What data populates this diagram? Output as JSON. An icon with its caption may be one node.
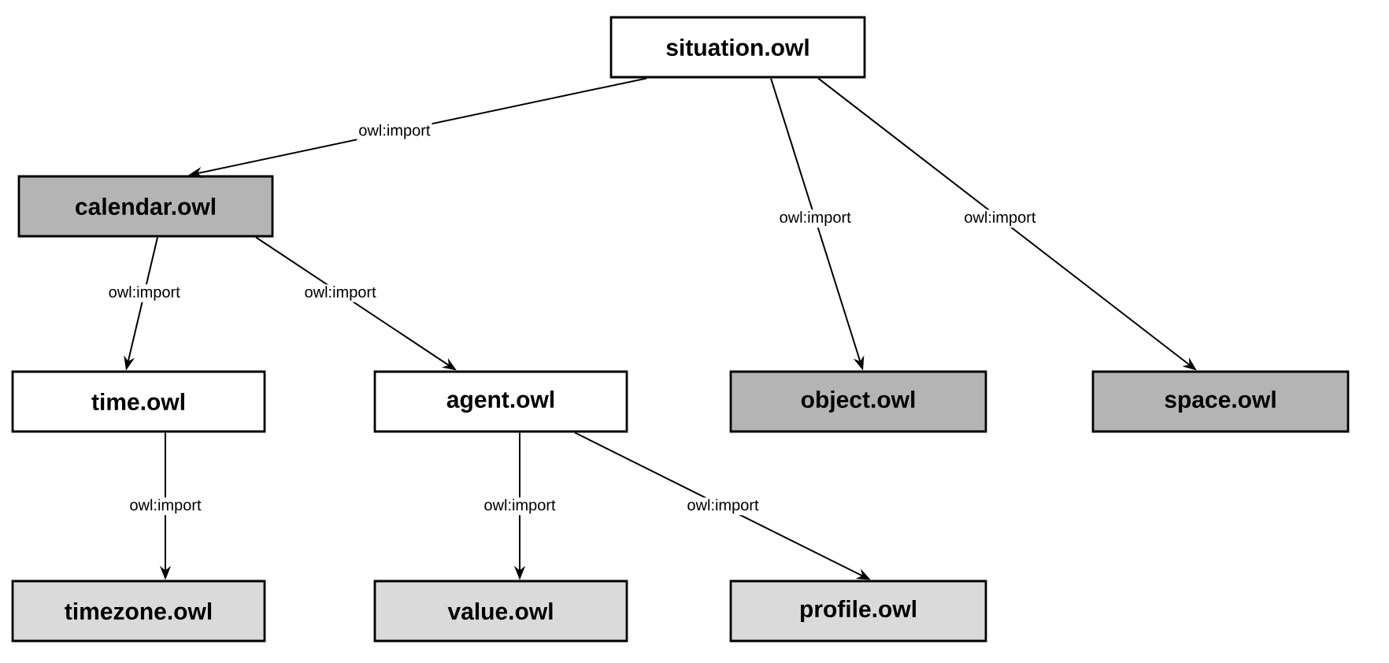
{
  "diagram": {
    "nodes": [
      {
        "text": [
          "situation.owl"
        ]
      },
      {
        "text": [
          "calendar.owl"
        ]
      },
      {
        "text": [
          "time.owl"
        ]
      },
      {
        "text": [
          "agent.owl"
        ]
      },
      {
        "text": [
          "object.owl"
        ]
      },
      {
        "text": [
          "space.owl"
        ]
      },
      {
        "text": [
          "timezone.owl"
        ]
      },
      {
        "text": [
          "value.owl"
        ]
      },
      {
        "text": [
          "profile.owl"
        ]
      }
    ],
    "edges": [
      {
        "from": 0,
        "to": 1,
        "arrow": "to",
        "label": "owl:import"
      },
      {
        "from": 0,
        "to": 4,
        "arrow": "to",
        "label": "owl:import"
      },
      {
        "from": 0,
        "to": 5,
        "arrow": "to",
        "label": "owl:import"
      },
      {
        "from": 1,
        "to": 2,
        "arrow": "to",
        "label": "owl:import"
      },
      {
        "from": 1,
        "to": 3,
        "arrow": "to",
        "label": "owl:import"
      },
      {
        "from": 2,
        "to": 6,
        "arrow": "to",
        "label": "owl:import"
      },
      {
        "from": 3,
        "to": 7,
        "arrow": "to",
        "label": "owl:import"
      },
      {
        "from": 3,
        "to": 8,
        "arrow": "to",
        "label": "owl:import"
      }
    ]
  }
}
